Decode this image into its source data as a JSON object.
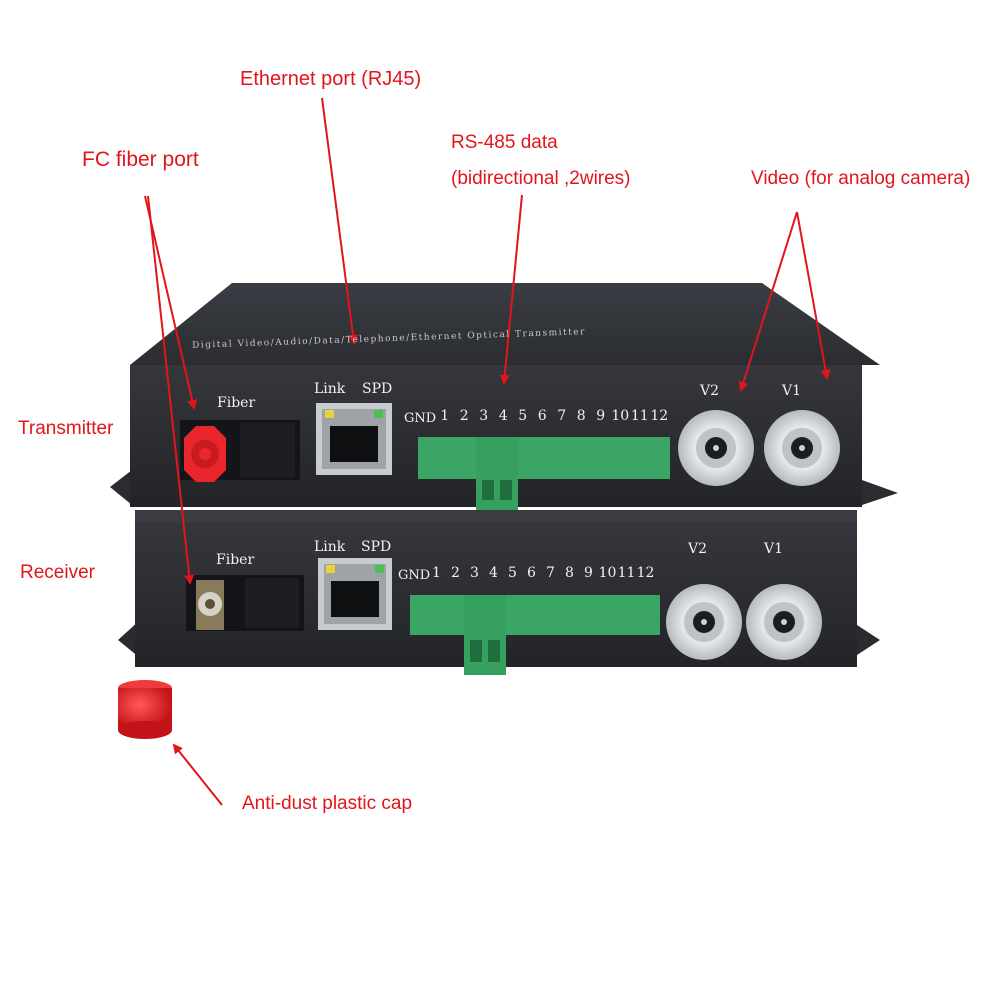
{
  "annotations": {
    "ethernet_port": "Ethernet port (RJ45)",
    "rs485_line1": "RS-485 data",
    "rs485_line2": "(bidirectional ,2wires)",
    "fc_fiber_port": "FC fiber port",
    "video": "Video (for analog camera)",
    "transmitter": "Transmitter",
    "receiver": "Receiver",
    "anti_dust_cap": "Anti-dust plastic cap"
  },
  "transmitter": {
    "top_silk_text": "Digital Video/Audio/Data/Telephone/Ethernet Optical Transmitter",
    "fiber_label": "Fiber",
    "link_label": "Link",
    "spd_label": "SPD",
    "gnd_label": "GND",
    "terminal_numbers": [
      "1",
      "2",
      "3",
      "4",
      "5",
      "6",
      "7",
      "8",
      "9",
      "10",
      "11",
      "12"
    ],
    "v2_label": "V2",
    "v1_label": "V1"
  },
  "receiver": {
    "fiber_label": "Fiber",
    "link_label": "Link",
    "spd_label": "SPD",
    "gnd_label": "GND",
    "terminal_numbers": [
      "1",
      "2",
      "3",
      "4",
      "5",
      "6",
      "7",
      "8",
      "9",
      "10",
      "11",
      "12"
    ],
    "v2_label": "V2",
    "v1_label": "V1"
  },
  "colors": {
    "annotation_red": "#e2151b",
    "chassis": "#2a2c31",
    "terminal_green": "#3aa564",
    "fiber_cap_red": "#e8262b"
  }
}
